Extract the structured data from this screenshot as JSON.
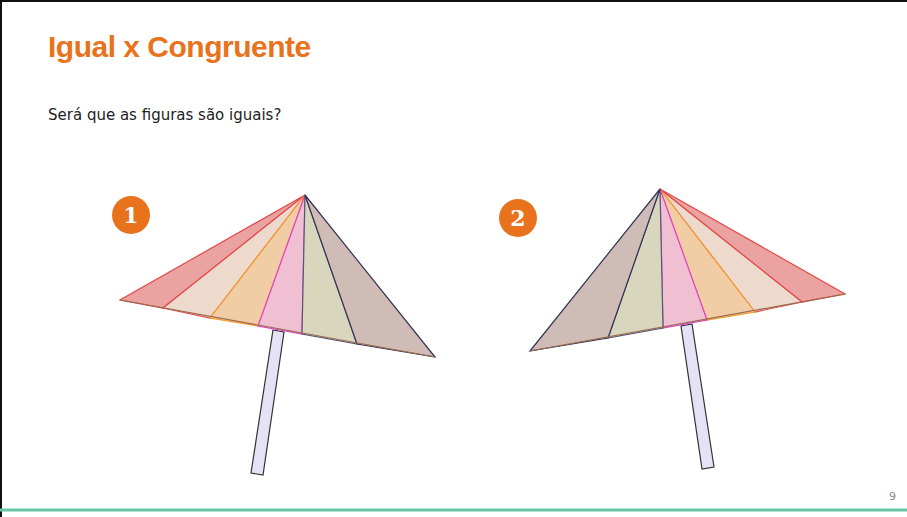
{
  "diagram": {
    "title": "Igual x Congruente",
    "labels": [
      "Será que as figuras são iguais?",
      "1",
      "2",
      "9"
    ]
  }
}
